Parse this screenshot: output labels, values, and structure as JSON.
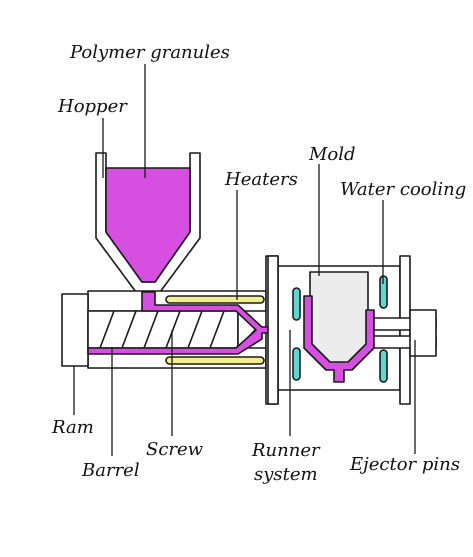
{
  "labels": {
    "polymer_granules": "Polymer granules",
    "hopper": "Hopper",
    "heaters": "Heaters",
    "mold": "Mold",
    "water_cooling": "Water cooling",
    "ram": "Ram",
    "barrel": "Barrel",
    "screw": "Screw",
    "runner_system_line1": "Runner",
    "runner_system_line2": "system",
    "ejector_pins": "Ejector pins"
  },
  "colors": {
    "polymer": "#d64fe0",
    "heater": "#f4ee8c",
    "water": "#5fd6d0",
    "mold_cavity": "#ececec",
    "outline": "#1a1a1a",
    "background": "#ffffff"
  }
}
